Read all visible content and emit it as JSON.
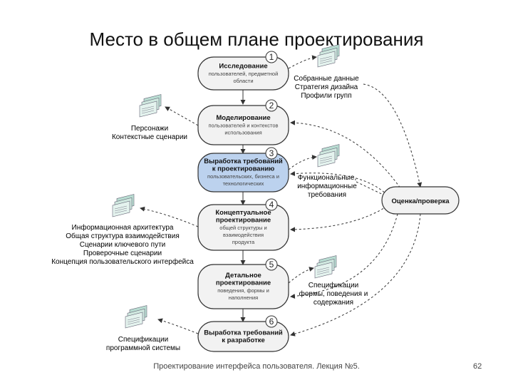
{
  "title": "Место в общем плане проектирования",
  "stages": [
    {
      "number": "1",
      "title": [
        "Исследование"
      ],
      "subtitle": [
        "пользователей, предметной",
        "области"
      ],
      "highlighted": false
    },
    {
      "number": "2",
      "title": [
        "Моделирование"
      ],
      "subtitle": [
        "пользователей и контекстов",
        "использования"
      ],
      "highlighted": false
    },
    {
      "number": "3",
      "title": [
        "Выработка требований",
        "к проектированию"
      ],
      "subtitle": [
        "пользовательских, бизнеса и",
        "технологических"
      ],
      "highlighted": true
    },
    {
      "number": "4",
      "title": [
        "Концептуальное",
        "проектирование"
      ],
      "subtitle": [
        "общей структуры и",
        "взаимодействия",
        "продукта"
      ],
      "highlighted": false
    },
    {
      "number": "5",
      "title": [
        "Детальное",
        "проектирование"
      ],
      "subtitle": [
        "поведения, формы и",
        "наполнения"
      ],
      "highlighted": false
    },
    {
      "number": "6",
      "title": [
        "Выработка требований",
        "к разработке"
      ],
      "subtitle": [],
      "highlighted": false
    }
  ],
  "notes": [
    {
      "lines": [
        "Собранные данные",
        "Стратегия дизайна",
        "Профили групп"
      ]
    },
    {
      "lines": [
        "Персонажи",
        "Контекстные сценарии"
      ]
    },
    {
      "lines": [
        "Функциональные,",
        "информационные",
        "требования"
      ]
    },
    {
      "lines": [
        "Информационная архитектура",
        "Общая структура взаимодействия",
        "Сценарии ключевого пути",
        "Проверочные сценарии",
        "Концепция пользовательского интерфейса"
      ]
    },
    {
      "lines": [
        "Спецификации",
        "формы, поведения и",
        "содержания"
      ]
    },
    {
      "lines": [
        "Спецификации",
        "программной системы"
      ]
    }
  ],
  "evaluation": {
    "label": "Оценка/проверка"
  },
  "footer": "Проектирование интерфейса пользователя. Лекция №5.",
  "page_number": "62",
  "colors": {
    "stage_fill": "#f2f2f2",
    "highlight_fill": "#bcd2ee",
    "stroke": "#333333",
    "doc_fill": "#b9ddd2"
  },
  "icons": {
    "document_stack": "document-stack-icon"
  }
}
